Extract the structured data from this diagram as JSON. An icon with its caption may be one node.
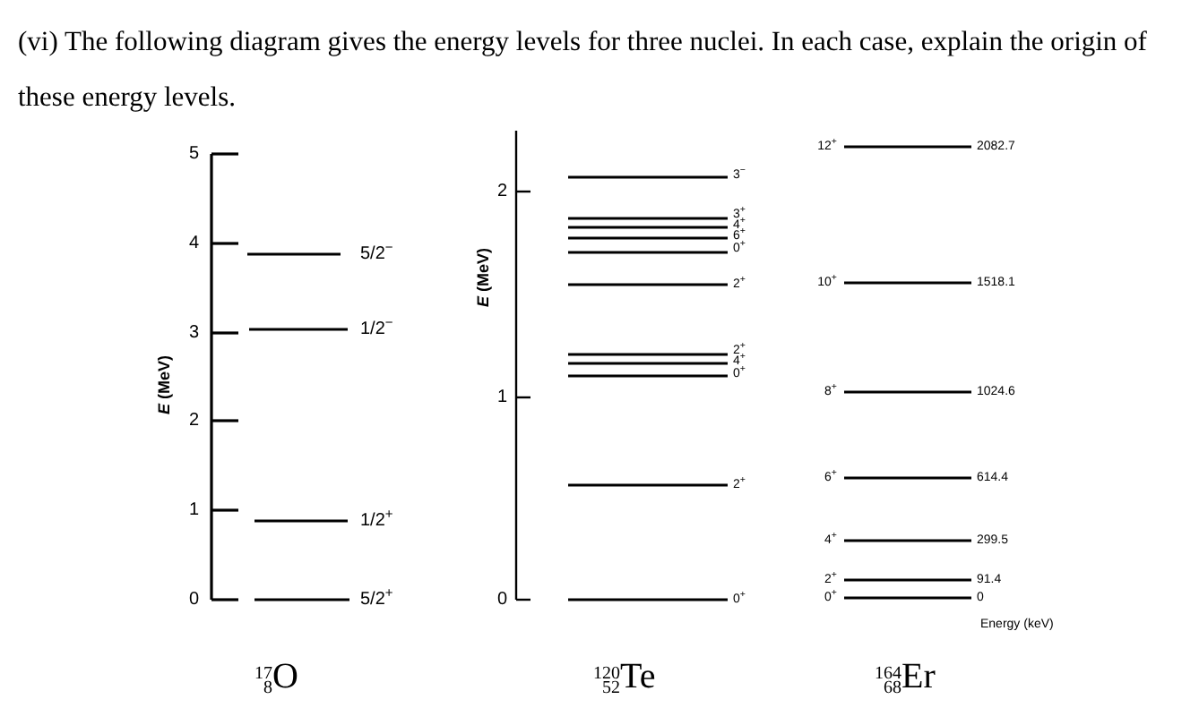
{
  "diagram": {
    "title": "(vi) The following diagram gives the energy levels for three nuclei. In each case, explain the origin of these energy levels.",
    "labels": [
      "5",
      "4",
      "3",
      "2",
      "1",
      "0",
      "*E* (MeV)",
      "5/2$^{−}$",
      "1/2$^{−}$",
      "1/2$^{+}$",
      "5/2$^{+}$",
      "$^{17}$$_{8}$O",
      "2",
      "1",
      "0",
      "*E* (MeV)",
      "3$^{−}$",
      "3$^{+}$",
      "4$^{+}$",
      "6$^{+}$",
      "0$^{+}$",
      "2$^{+}$",
      "2$^{+}$",
      "4$^{+}$",
      "0$^{+}$",
      "2$^{+}$",
      "0$^{+}$",
      "$^{120}$$_{52}$Te",
      "12$^{+}$",
      "2082.7",
      "10$^{+}$",
      "1518.1",
      "8$^{+}$",
      "1024.6",
      "6$^{+}$",
      "614.4",
      "4$^{+}$",
      "299.5",
      "2$^{+}$",
      "91.4",
      "0$^{+}$",
      "0",
      "Energy (keV)",
      "$^{164}$$_{68}$Er"
    ]
  }
}
